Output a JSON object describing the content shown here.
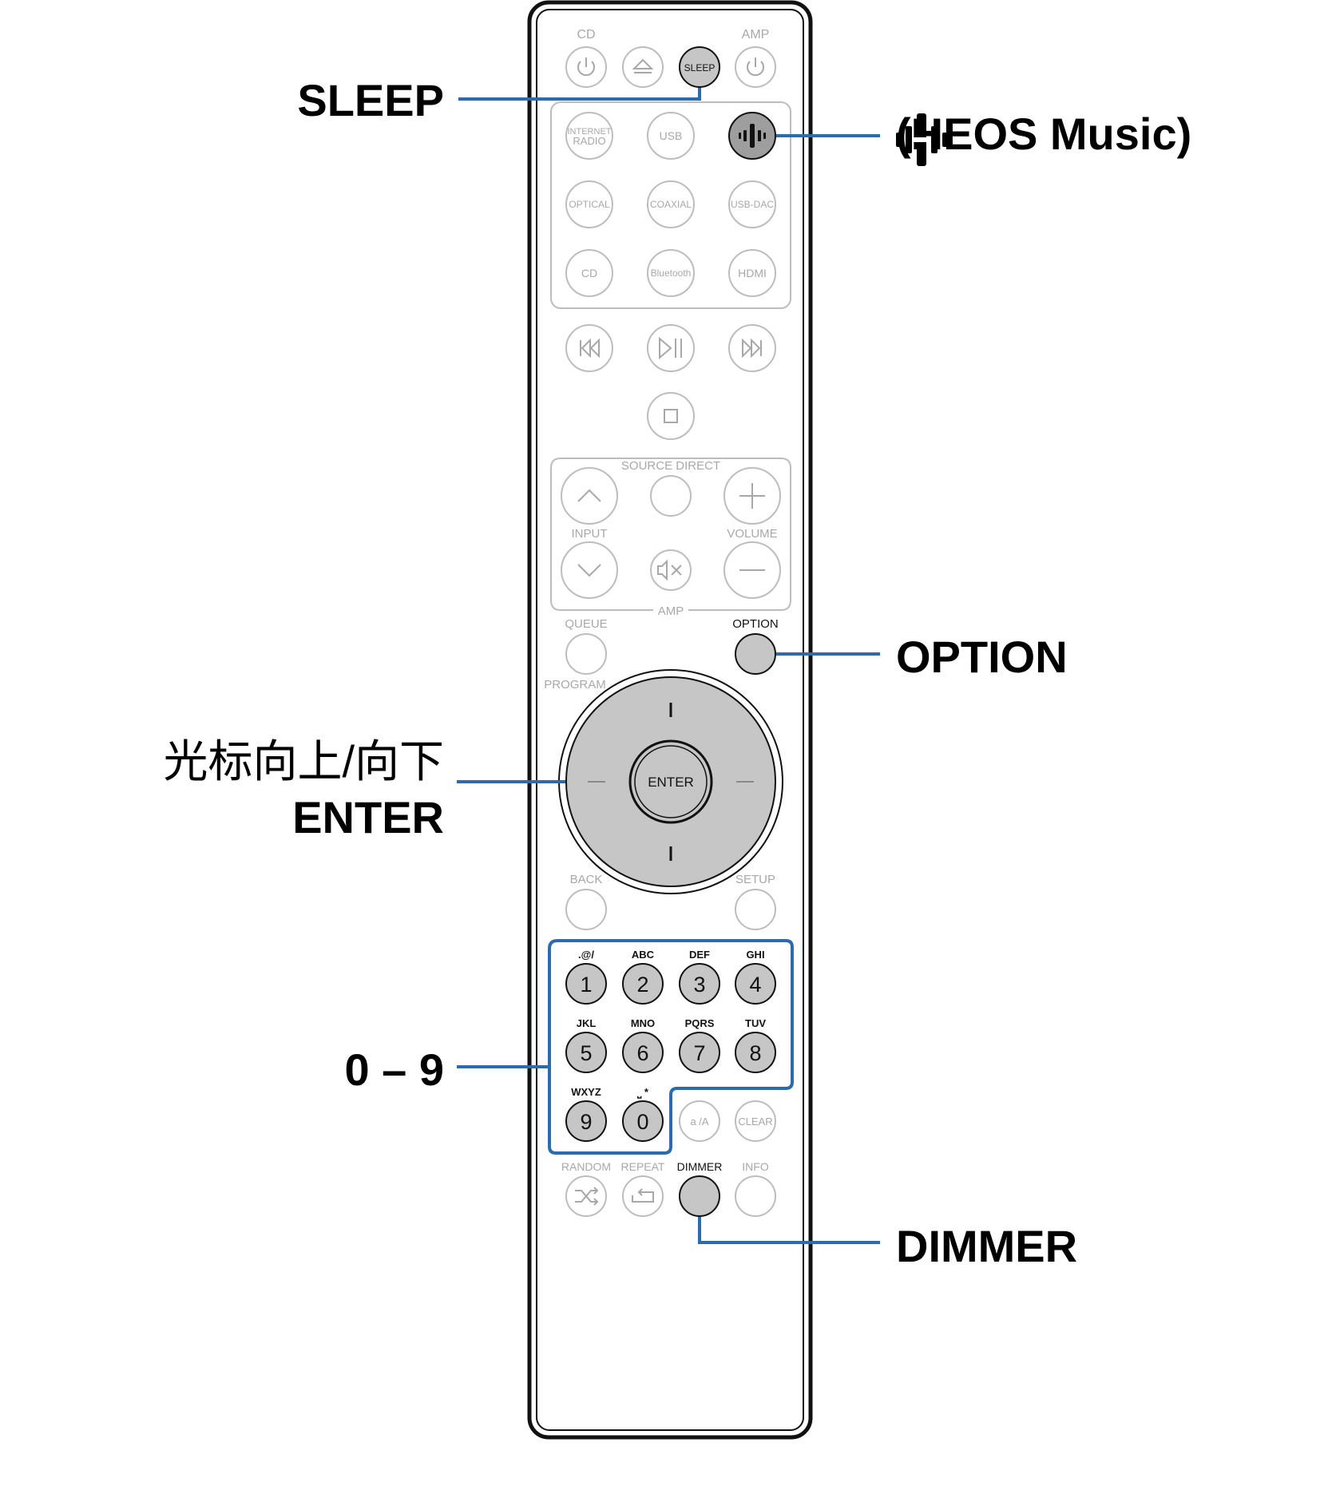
{
  "remote": {
    "top_labels": {
      "left": "CD",
      "right": "AMP"
    },
    "top_buttons": {
      "sleep": "SLEEP"
    },
    "source_buttons": [
      {
        "label": "INTERNET RADIO",
        "line1": "INTERNET",
        "line2": "RADIO"
      },
      {
        "label": "USB"
      },
      {
        "label": "HEOS",
        "icon": "heos-icon"
      },
      {
        "label": "OPTICAL"
      },
      {
        "label": "COAXIAL"
      },
      {
        "label": "USB-DAC"
      },
      {
        "label": "CD"
      },
      {
        "label": "Bluetooth"
      },
      {
        "label": "HDMI"
      }
    ],
    "transport": {
      "prev_icon": "skip-back-icon",
      "play_pause_icon": "play-pause-icon",
      "next_icon": "skip-forward-icon",
      "stop_icon": "stop-icon"
    },
    "amp_section": {
      "source_direct": "SOURCE DIRECT",
      "input": "INPUT",
      "volume": "VOLUME",
      "amp": "AMP"
    },
    "nav": {
      "queue": "QUEUE",
      "option": "OPTION",
      "program": "PROGRAM",
      "enter": "ENTER",
      "back": "BACK",
      "setup": "SETUP"
    },
    "keypad": [
      {
        "digit": "1",
        "letters": ".@/"
      },
      {
        "digit": "2",
        "letters": "ABC"
      },
      {
        "digit": "3",
        "letters": "DEF"
      },
      {
        "digit": "4",
        "letters": "GHI"
      },
      {
        "digit": "5",
        "letters": "JKL"
      },
      {
        "digit": "6",
        "letters": "MNO"
      },
      {
        "digit": "7",
        "letters": "PQRS"
      },
      {
        "digit": "8",
        "letters": "TUV"
      },
      {
        "digit": "9",
        "letters": "WXYZ"
      },
      {
        "digit": "0",
        "letters": "⎵ *"
      }
    ],
    "keypad_extra": {
      "aA": "a /A",
      "clear": "CLEAR"
    },
    "bottom_row": {
      "random": "RANDOM",
      "repeat": "REPEAT",
      "dimmer": "DIMMER",
      "info": "INFO"
    }
  },
  "callouts": {
    "sleep": "SLEEP",
    "heos": "(HEOS Music)",
    "option": "OPTION",
    "cursor": "光标向上/向下",
    "enter": "ENTER",
    "digits": "0 – 9",
    "dimmer": "DIMMER"
  },
  "colors": {
    "callout_line": "#2b6cb0",
    "highlight_button": "#c6c6c6",
    "faded_outline": "#bdbdbd",
    "faded_text": "#a8a8a8",
    "remote_outline": "#111111"
  }
}
